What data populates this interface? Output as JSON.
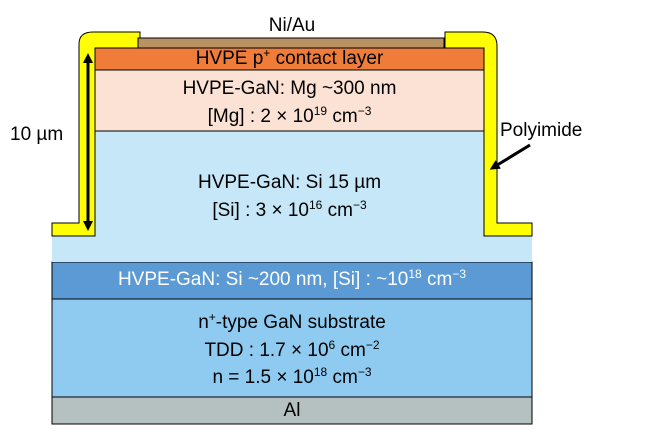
{
  "labels": {
    "ni_au": "Ni/Au",
    "polyimide": "Polyimide",
    "thickness": "10 µm",
    "al": "Al"
  },
  "layers": {
    "contact": {
      "text": "HVPE p",
      "sup": "+",
      "suffix": " contact layer"
    },
    "mg": {
      "line1": "HVPE-GaN: Mg  ~300 nm",
      "line2_pre": "[Mg] : 2 × 10",
      "line2_sup": "19",
      "line2_post": " cm",
      "line2_exp": "−3"
    },
    "si_mesa": {
      "line1": "HVPE-GaN: Si     15 µm",
      "line2_pre": "[Si] : 3 × 10",
      "line2_sup": "16",
      "line2_post": " cm",
      "line2_exp": "−3"
    },
    "si_thin": {
      "pre": "HVPE-GaN: Si ~200 nm, [Si] : ~10",
      "sup": "18",
      "post": " cm",
      "exp": "−3"
    },
    "substrate": {
      "line1_pre": "n",
      "line1_sup": "+",
      "line1_post": "-type GaN substrate",
      "line2_pre": "TDD :  1.7 × 10",
      "line2_sup": "6",
      "line2_post": " cm",
      "line2_exp": "−2",
      "line3_pre": "n = 1.5 × 10",
      "line3_sup": "18",
      "line3_post": " cm",
      "line3_exp": "−3"
    }
  },
  "colors": {
    "polyimide": "#ffff00",
    "contact": "#f07c3a",
    "mg": "#fbe2d5",
    "si": "#c5e7f8",
    "si_thin": "#5b9ad5",
    "substrate": "#8fcbf0",
    "al": "#b5c1c1",
    "ni_au": "#b89262"
  }
}
